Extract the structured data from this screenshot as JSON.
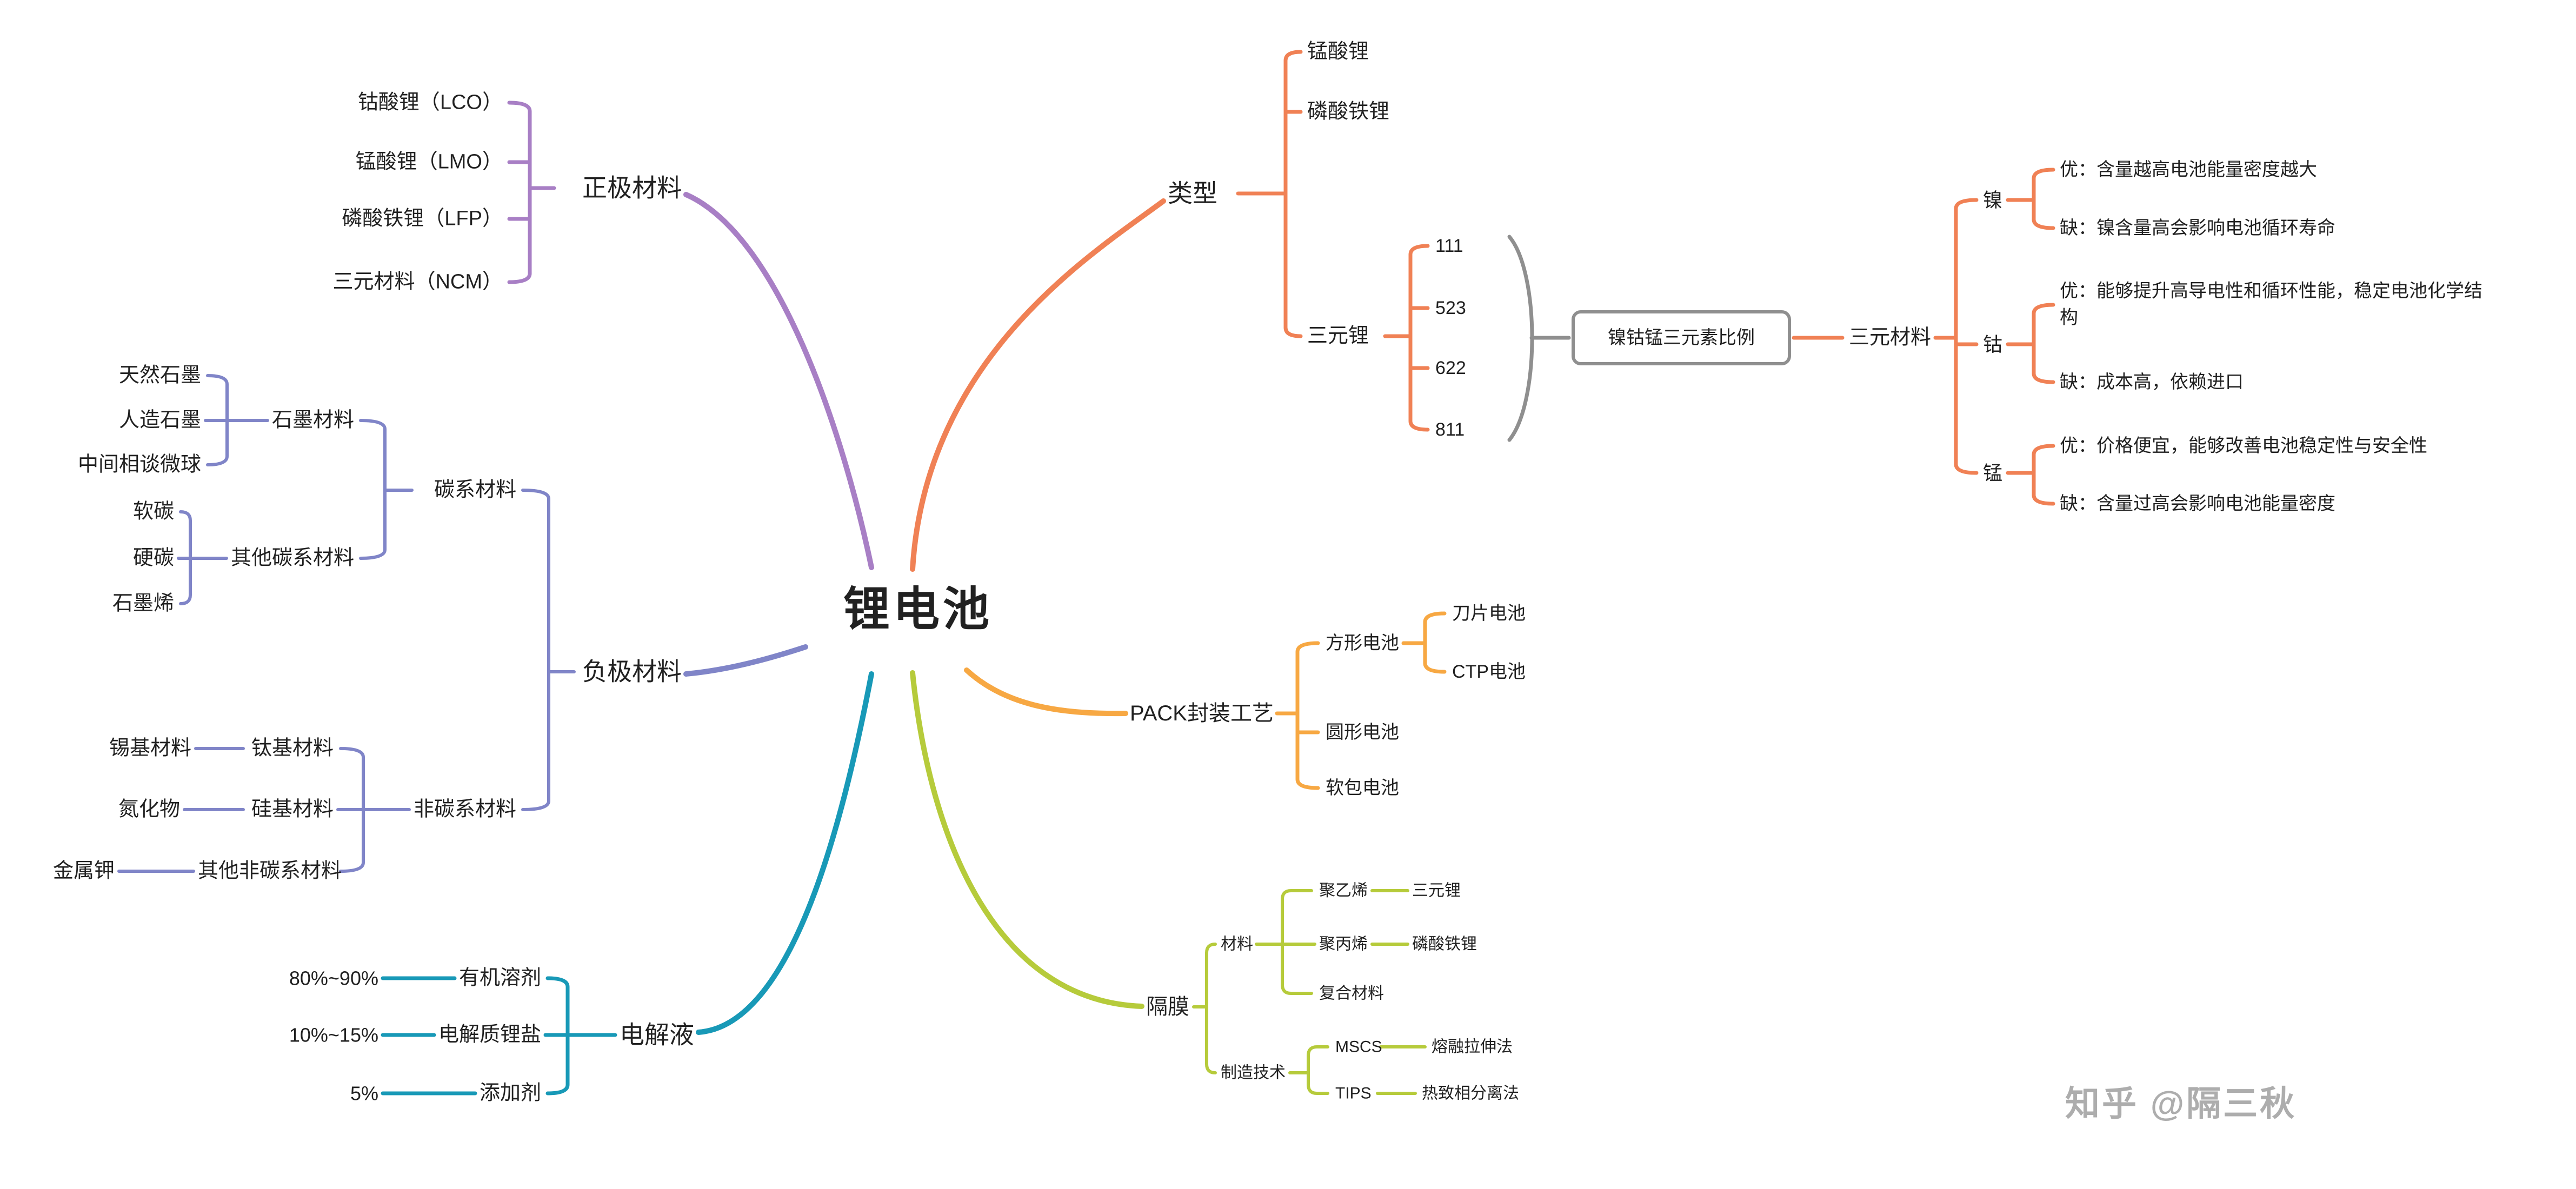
{
  "root": {
    "title": "锂电池"
  },
  "watermark": {
    "text": "知乎 @隔三秋"
  },
  "colors": {
    "cathode": "#a87fc5",
    "anode": "#8085c8",
    "electrolyte": "#1899b7",
    "type": "#f08155",
    "pack": "#f7a843",
    "separator": "#b6cb3b",
    "gray": "#8f8f8f",
    "text": "#212121",
    "watermark": "#adadad"
  },
  "cathode": {
    "label": "正极材料",
    "children": [
      "钴酸锂（LCO）",
      "锰酸锂（LMO）",
      "磷酸铁锂（LFP）",
      "三元材料（NCM）"
    ]
  },
  "anode": {
    "label": "负极材料",
    "carbon": {
      "label": "碳系材料",
      "graphite": {
        "label": "石墨材料",
        "children": [
          "天然石墨",
          "人造石墨",
          "中间相谈微球"
        ]
      },
      "other_carbon": {
        "label": "其他碳系材料",
        "children": [
          "软碳",
          "硬碳",
          "石墨烯"
        ]
      }
    },
    "non_carbon": {
      "label": "非碳系材料",
      "titanium": {
        "label": "钛基材料",
        "child": "锡基材料"
      },
      "silicon": {
        "label": "硅基材料",
        "child": "氮化物"
      },
      "other": {
        "label": "其他非碳系材料",
        "child": "金属钾"
      }
    }
  },
  "electrolyte": {
    "label": "电解液",
    "children": [
      {
        "label": "有机溶剂",
        "share": "80%~90%"
      },
      {
        "label": "电解质锂盐",
        "share": "10%~15%"
      },
      {
        "label": "添加剂",
        "share": "5%"
      }
    ]
  },
  "type": {
    "label": "类型",
    "children": [
      "锰酸锂",
      "磷酸铁锂"
    ],
    "ternary": {
      "label": "三元锂",
      "ratios": [
        "111",
        "523",
        "622",
        "811"
      ],
      "note": "镍钴锰三元素比例",
      "material": {
        "label": "三元材料",
        "elements": [
          {
            "name": "镍",
            "pro": "优：含量越高电池能量密度越大",
            "con": "缺：镍含量高会影响电池循环寿命"
          },
          {
            "name": "钴",
            "pro": "优：能够提升高导电性和循环性能，稳定电池化学结构",
            "con": "缺：成本高，依赖进口"
          },
          {
            "name": "锰",
            "pro": "优：价格便宜，能够改善电池稳定性与安全性",
            "con": "缺：含量过高会影响电池能量密度"
          }
        ]
      }
    }
  },
  "pack": {
    "label": "PACK封装工艺",
    "square": {
      "label": "方形电池",
      "children": [
        "刀片电池",
        "CTP电池"
      ]
    },
    "children": [
      "圆形电池",
      "软包电池"
    ]
  },
  "separator": {
    "label": "隔膜",
    "material": {
      "label": "材料",
      "children": [
        {
          "label": "聚乙烯",
          "target": "三元锂"
        },
        {
          "label": "聚丙烯",
          "target": "磷酸铁锂"
        },
        {
          "label": "复合材料"
        }
      ]
    },
    "tech": {
      "label": "制造技术",
      "children": [
        {
          "label": "MSCS",
          "target": "熔融拉伸法"
        },
        {
          "label": "TIPS",
          "target": "热致相分离法"
        }
      ]
    }
  }
}
